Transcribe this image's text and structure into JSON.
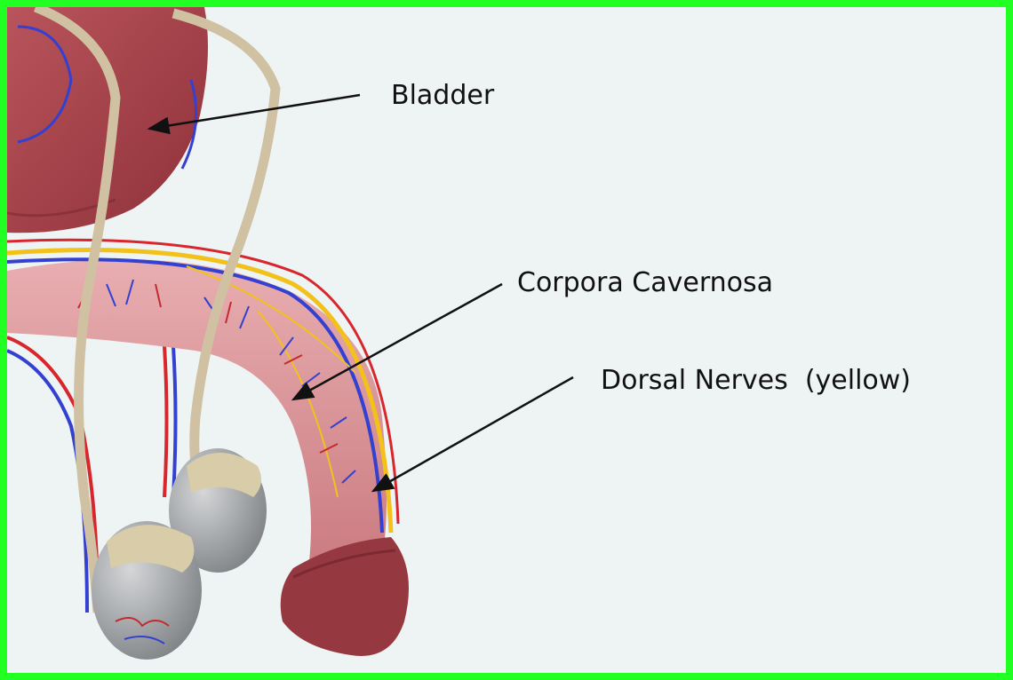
{
  "labels": {
    "bladder": "Bladder",
    "corpora": "Corpora Cavernosa",
    "dorsal": "Dorsal Nerves  (yellow)"
  },
  "colors": {
    "frame": "#22ff22",
    "background": "#eef3f4",
    "bladder": "#a8454c",
    "shaft": "#dc9a9e",
    "glans": "#96383f",
    "testis": "#a7a9ab",
    "cord": "#cfc1a2",
    "artery": "#d8262d",
    "vein": "#3440d0",
    "nerve": "#f2c21a",
    "arrow": "#111111"
  }
}
